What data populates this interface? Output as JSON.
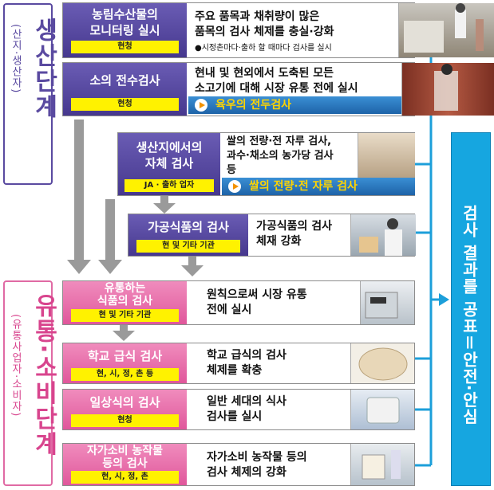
{
  "stages": {
    "production": {
      "title": "생산단계",
      "subtitle": "(산지·생산자)"
    },
    "distribution": {
      "title": "유통·소비단계",
      "subtitle": "(유통사업자·소비자)"
    }
  },
  "rows": [
    {
      "title_lines": [
        "농림수산물의",
        "모니터링 실시"
      ],
      "tag": "현청",
      "desc_lines": [
        "주요 품목과 채취량이 많은",
        "품목의 검사 체제를 충실·강화"
      ],
      "note": "●시정촌마다·출하 할 때마다 검사를 실시"
    },
    {
      "title_lines": [
        "소의 전수검사"
      ],
      "tag": "현청",
      "desc_lines": [
        "현내 및 현외에서 도축된 모든",
        "소고기에 대해 시장 유통 전에 실시"
      ],
      "banner": "육우의 전두검사"
    },
    {
      "title_lines": [
        "생산지에서의",
        "자체 검사"
      ],
      "tag": "JA · 출하 업자",
      "desc_lines": [
        "쌀의 전량·전 자루 검사,",
        "과수·채소의 농가당 검사",
        "등"
      ],
      "banner": "쌀의 전량·전 자루 검사"
    },
    {
      "title_lines": [
        "가공식품의 검사"
      ],
      "tag": "현 및 기타 기관",
      "desc_lines": [
        "가공식품의 검사",
        "체재 강화"
      ]
    },
    {
      "title_lines": [
        "유통하는",
        "식품의 검사"
      ],
      "tag": "현 및 기타 기관",
      "desc_lines": [
        "원칙으로써 시장 유통",
        "전에 실시"
      ]
    },
    {
      "title_lines": [
        "학교 급식 검사"
      ],
      "tag": "현, 시, 정, 촌 등",
      "desc_lines": [
        "학교 급식의 검사",
        "체제를 확충"
      ]
    },
    {
      "title_lines": [
        "일상식의 검사"
      ],
      "tag": "현청",
      "desc_lines": [
        "일반 세대의 식사",
        "검사를 실시"
      ]
    },
    {
      "title_lines": [
        "자가소비 농작물",
        "등의 검사"
      ],
      "tag": "현, 시, 정, 촌",
      "desc_lines": [
        "자가소비 농작물 등의",
        "검사 체제의 강화"
      ]
    }
  ],
  "result": {
    "text": "검사 결과를 공표＝안전·안심"
  },
  "colors": {
    "production": "#5a4aa0",
    "distribution": "#e06aa4",
    "result": "#16a6e0",
    "tag": "#fff200",
    "banner_text": "#ffd400"
  }
}
